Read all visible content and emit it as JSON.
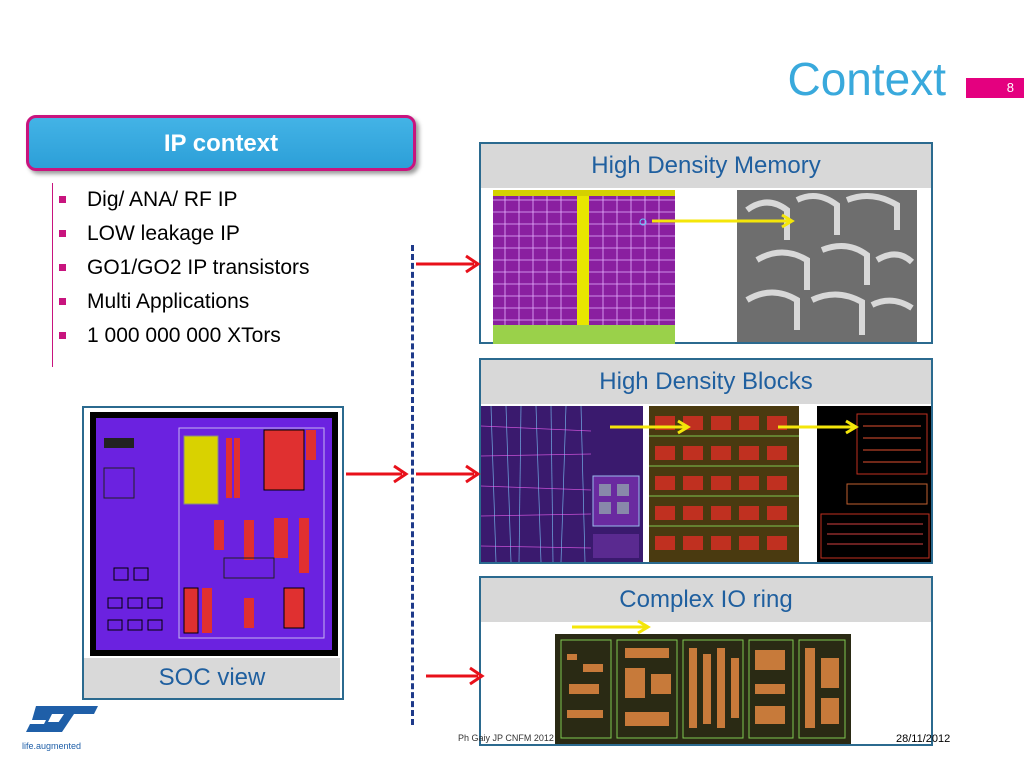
{
  "title": "Context",
  "page_number": "8",
  "ip_context": {
    "heading": "IP context",
    "bullets": [
      "Dig/ ANA/ RF IP",
      "LOW leakage IP",
      "GO1/GO2 IP transistors",
      "Multi Applications",
      "1 000 000 000 XTors"
    ]
  },
  "panels": {
    "memory": "High Density Memory",
    "blocks": "High Density  Blocks",
    "io": "Complex IO ring"
  },
  "soc_label": "SOC view",
  "footer": {
    "author": "Ph Gaiy JP CNFM 2012",
    "date": "28/11/2012"
  },
  "logo": {
    "name": "st-logo-icon",
    "tagline": "life.augmented"
  },
  "colors": {
    "accent_blue": "#39a9dc",
    "magenta": "#c8147e",
    "arrow_red": "#e8101a",
    "arrow_yellow": "#f4e60a"
  }
}
